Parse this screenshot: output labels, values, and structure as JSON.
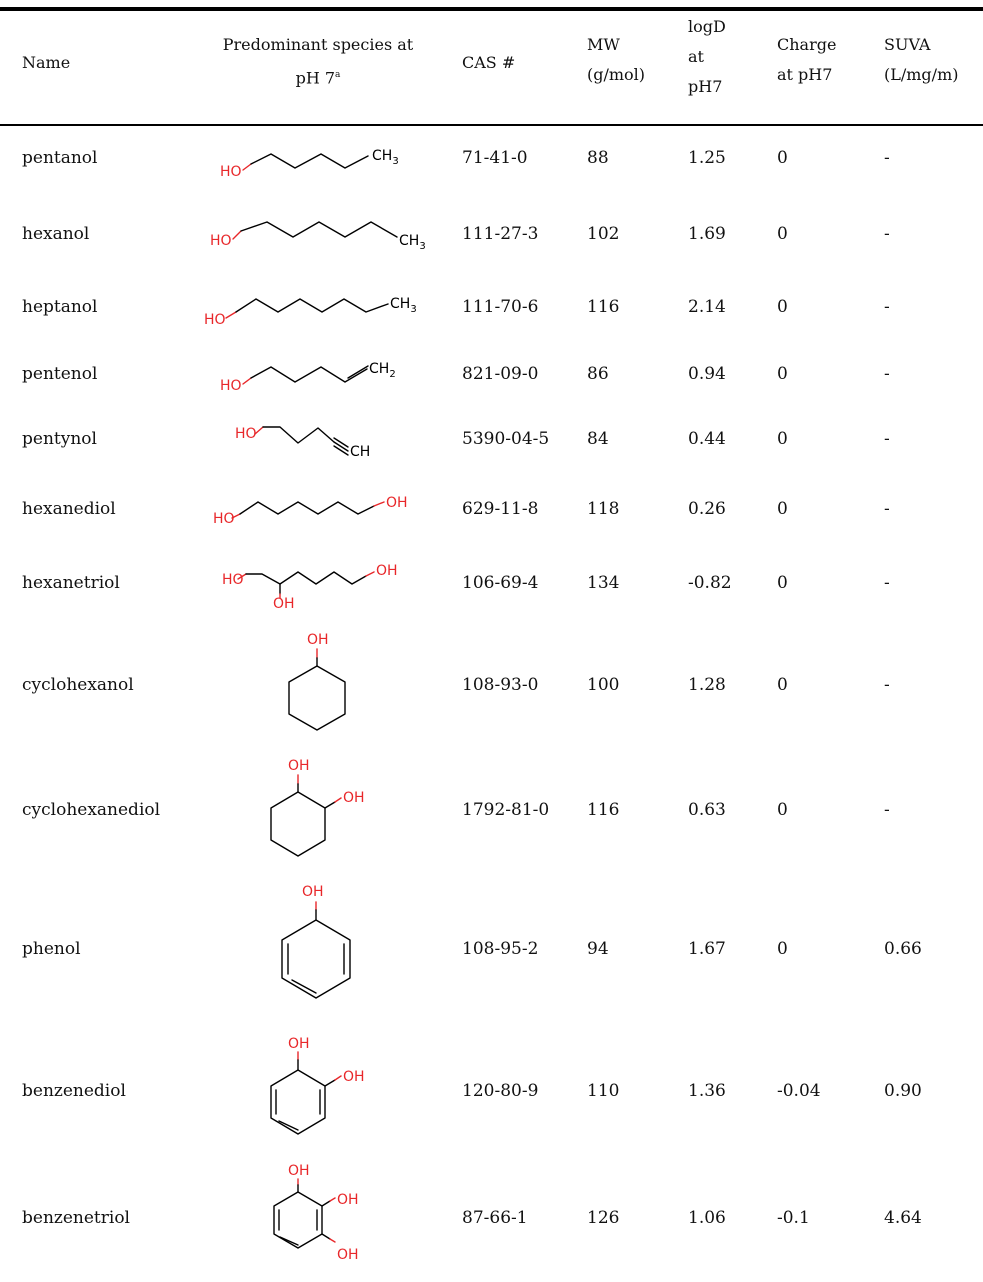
{
  "header": {
    "name": "Name",
    "species_line1": "Predominant species at",
    "species_line2": "pH 7",
    "species_sup": "a",
    "cas": "CAS #",
    "mw_line1": "MW",
    "mw_line2": "(g/mol)",
    "logd_line1": "logD",
    "logd_line2": "at",
    "logd_line3": "pH7",
    "charge_line1": "Charge",
    "charge_line2": "at pH7",
    "suva_line1": "SUVA",
    "suva_line2": "(L/mg/m)"
  },
  "structure_labels": {
    "ho": "HO",
    "oh": "OH",
    "ch3": "CH",
    "ch3_sub": "3",
    "ch2": "CH",
    "ch2_sub": "2",
    "ch": "CH"
  },
  "rows": [
    {
      "name": "pentanol",
      "cas": "71-41-0",
      "mw": "88",
      "logd": "1.25",
      "charge": "0",
      "suva": "-"
    },
    {
      "name": "hexanol",
      "cas": "111-27-3",
      "mw": "102",
      "logd": "1.69",
      "charge": "0",
      "suva": "-"
    },
    {
      "name": "heptanol",
      "cas": "111-70-6",
      "mw": "116",
      "logd": "2.14",
      "charge": "0",
      "suva": "-"
    },
    {
      "name": "pentenol",
      "cas": "821-09-0",
      "mw": "86",
      "logd": "0.94",
      "charge": "0",
      "suva": "-"
    },
    {
      "name": "pentynol",
      "cas": "5390-04-5",
      "mw": "84",
      "logd": "0.44",
      "charge": "0",
      "suva": "-"
    },
    {
      "name": "hexanediol",
      "cas": "629-11-8",
      "mw": "118",
      "logd": "0.26",
      "charge": "0",
      "suva": "-"
    },
    {
      "name": "hexanetriol",
      "cas": "106-69-4",
      "mw": "134",
      "logd": "-0.82",
      "charge": "0",
      "suva": "-"
    },
    {
      "name": "cyclohexanol",
      "cas": "108-93-0",
      "mw": "100",
      "logd": "1.28",
      "charge": "0",
      "suva": "-"
    },
    {
      "name": "cyclohexanediol",
      "cas": "1792-81-0",
      "mw": "116",
      "logd": "0.63",
      "charge": "0",
      "suva": "-"
    },
    {
      "name": "phenol",
      "cas": "108-95-2",
      "mw": "94",
      "logd": "1.67",
      "charge": "0",
      "suva": "0.66"
    },
    {
      "name": "benzenediol",
      "cas": "120-80-9",
      "mw": "110",
      "logd": "1.36",
      "charge": "-0.04",
      "suva": "0.90"
    },
    {
      "name": "benzenetriol",
      "cas": "87-66-1",
      "mw": "126",
      "logd": "1.06",
      "charge": "-0.1",
      "suva": "4.64"
    }
  ]
}
